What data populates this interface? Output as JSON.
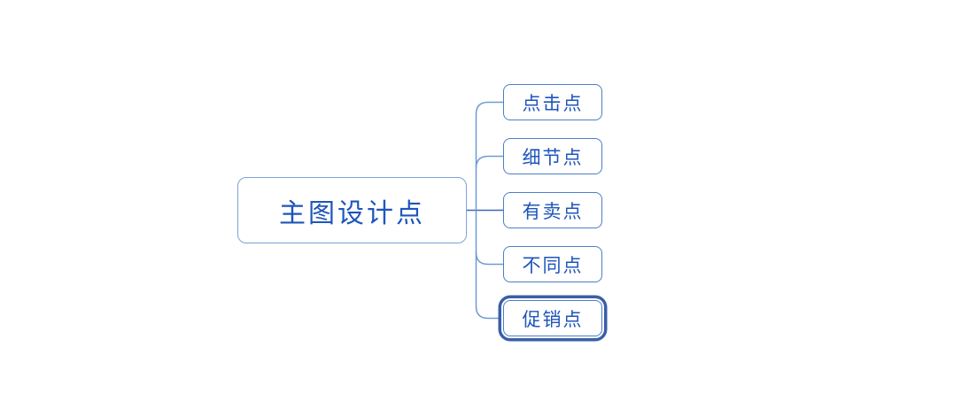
{
  "app": {
    "description": "mind map canvas",
    "background_color": "#ffffff"
  },
  "mindmap": {
    "root": {
      "label": "主图设计点"
    },
    "children": [
      {
        "label": "点击点",
        "selected": false
      },
      {
        "label": "细节点",
        "selected": false
      },
      {
        "label": "有卖点",
        "selected": false
      },
      {
        "label": "不同点",
        "selected": false
      },
      {
        "label": "促销点",
        "selected": true
      }
    ],
    "colors": {
      "root_border": "#7ca3d8",
      "child_border": "#4c7ec4",
      "text": "#1e55bb",
      "branch_line": "#6f9bd2",
      "trunk_line": "#3a68b2",
      "selection_ring": "#3a5fa8"
    }
  }
}
